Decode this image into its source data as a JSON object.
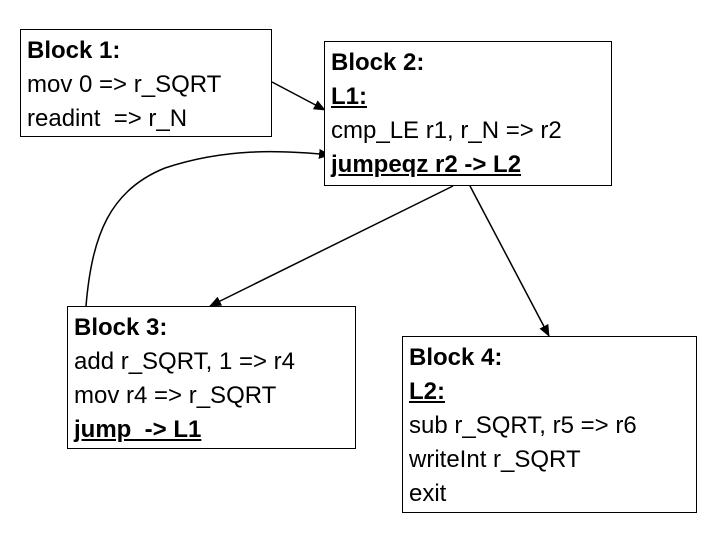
{
  "blocks": {
    "block1": {
      "title": "Block 1:",
      "lines": [
        "mov 0 => r_SQRT",
        "readint  => r_N"
      ]
    },
    "block2": {
      "title": "Block 2:",
      "label": "L1:",
      "lines": [
        "cmp_LE r1, r_N => r2"
      ],
      "jump": "jumpeqz r2 -> L2"
    },
    "block3": {
      "title": "Block 3:",
      "lines": [
        "add r_SQRT, 1 => r4",
        "mov r4 => r_SQRT"
      ],
      "jump": "jump  -> L1"
    },
    "block4": {
      "title": "Block 4:",
      "label": "L2:",
      "lines": [
        "sub r_SQRT, r5 => r6",
        "writeInt r_SQRT",
        "exit"
      ]
    }
  },
  "edges": [
    {
      "from": "block1",
      "to": "block2"
    },
    {
      "from": "block2",
      "to": "block3"
    },
    {
      "from": "block2",
      "to": "block4"
    },
    {
      "from": "block3",
      "to": "block2"
    }
  ]
}
